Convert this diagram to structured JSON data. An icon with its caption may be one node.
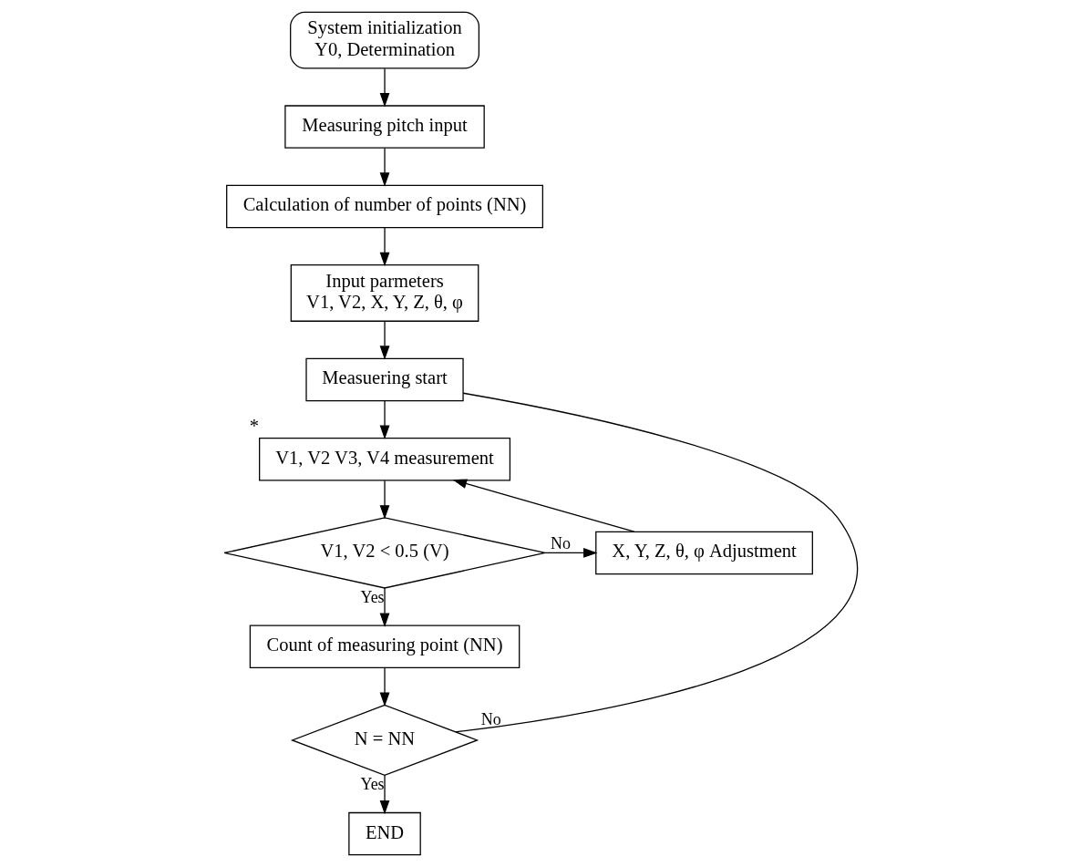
{
  "diagram": {
    "nodes": [
      {
        "text": [
          "System initialization",
          "Y0, Determination"
        ]
      },
      {
        "text": [
          "Measuring pitch input"
        ]
      },
      {
        "text": [
          "Calculation of number of points (NN)"
        ]
      },
      {
        "text": [
          "Input parmeters",
          "V1, V2, X, Y, Z, θ, φ"
        ]
      },
      {
        "text": [
          "Measuering start"
        ]
      },
      {
        "text": [
          "V1, V2 V3, V4 measurement"
        ],
        "beside": [
          "*"
        ]
      },
      {
        "text": [
          "V1, V2 < 0.5 (V)"
        ]
      },
      {
        "text": [
          "X, Y, Z, θ, φ Adjustment"
        ]
      },
      {
        "text": [
          "Count of measuring point (NN)"
        ]
      },
      {
        "text": [
          "N = NN"
        ]
      },
      {
        "text": [
          "END"
        ]
      }
    ],
    "edges": [
      {
        "from": 0,
        "to": 1,
        "arrow": "to"
      },
      {
        "from": 1,
        "to": 2,
        "arrow": "to"
      },
      {
        "from": 2,
        "to": 3,
        "arrow": "to"
      },
      {
        "from": 3,
        "to": 4,
        "arrow": "to"
      },
      {
        "from": 4,
        "to": 5,
        "arrow": "to"
      },
      {
        "from": 5,
        "to": 6,
        "arrow": "to"
      },
      {
        "from": 6,
        "to": 7,
        "arrow": "to",
        "label": "No"
      },
      {
        "from": 7,
        "to": 5,
        "arrow": "to"
      },
      {
        "from": 6,
        "to": 8,
        "arrow": "to",
        "label": "Yes"
      },
      {
        "from": 8,
        "to": 9,
        "arrow": "to"
      },
      {
        "from": 9,
        "to": 10,
        "arrow": "to",
        "label": "Yes"
      },
      {
        "from": 9,
        "to": 4,
        "arrow": "none",
        "label": "No"
      }
    ]
  }
}
